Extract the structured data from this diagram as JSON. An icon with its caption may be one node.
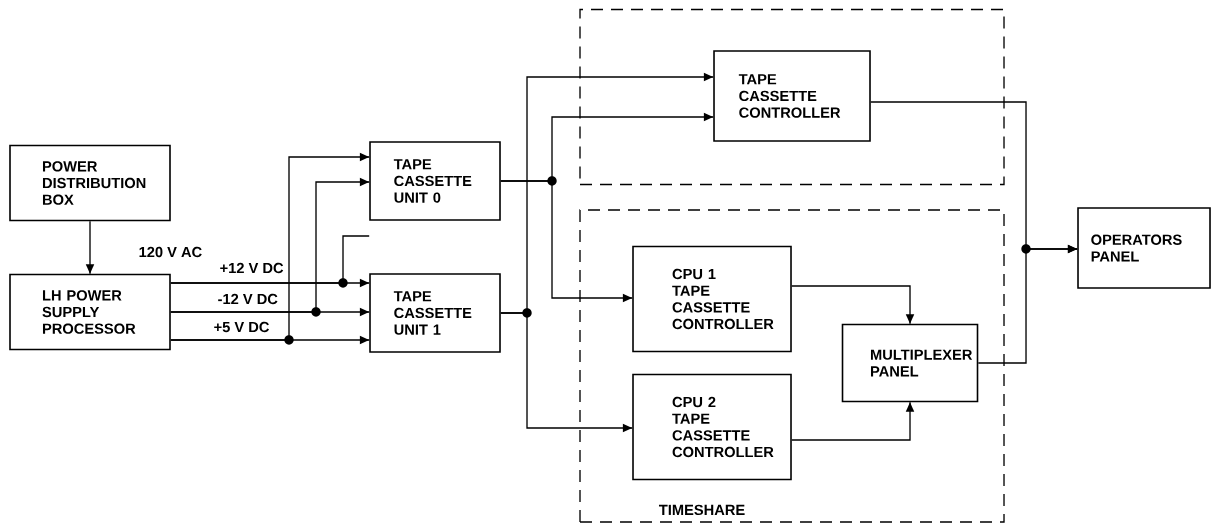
{
  "diagram": {
    "nodes": [
      {
        "text": [
          "POWER DISTRIBUTION BOX"
        ]
      },
      {
        "text": [
          "LH POWER SUPPLY PROCESSOR"
        ]
      },
      {
        "text": [
          "TAPE CASSETTE UNIT 0"
        ]
      },
      {
        "text": [
          "TAPE CASSETTE UNIT 1"
        ]
      },
      {
        "text": [],
        "shape": "box"
      },
      {
        "text": [
          "TAPE CASSETTE CONTROLLER"
        ],
        "in": 4
      },
      {
        "text": [
          "TIMESHARE"
        ]
      },
      {
        "text": [
          "CPU 1 TAPE CASSETTE CONTROLLER"
        ],
        "in": 6
      },
      {
        "text": [
          "CPU 2 TAPE CASSETTE CONTROLLER"
        ],
        "in": 6
      },
      {
        "text": [
          "MULTIPLEXER PANEL"
        ],
        "in": 6
      },
      {
        "text": [
          "OPERATORS PANEL"
        ]
      }
    ],
    "edges": [
      {
        "from": 0,
        "to": 1,
        "arrow": "to",
        "label": "120 V AC"
      },
      {
        "from": 1,
        "to": 3,
        "arrow": "to",
        "label": "+12 V DC"
      },
      {
        "from": 1,
        "to": 2,
        "arrow": "none"
      },
      {
        "from": 1,
        "to": 3,
        "arrow": "to",
        "label": "-12 V DC"
      },
      {
        "from": 1,
        "to": 2,
        "arrow": "to"
      },
      {
        "from": 1,
        "to": 3,
        "arrow": "to",
        "label": "+5 V DC"
      },
      {
        "from": 1,
        "to": 2,
        "arrow": "to"
      },
      {
        "from": 2,
        "to": 5,
        "arrow": "to"
      },
      {
        "from": 2,
        "to": 7,
        "arrow": "to"
      },
      {
        "from": 3,
        "to": 5,
        "arrow": "to"
      },
      {
        "from": 3,
        "to": 8,
        "arrow": "to"
      },
      {
        "from": 7,
        "to": 9,
        "arrow": "to"
      },
      {
        "from": 8,
        "to": 9,
        "arrow": "to"
      },
      {
        "from": 5,
        "to": 10,
        "arrow": "to"
      },
      {
        "from": 9,
        "to": 10,
        "arrow": "to"
      }
    ]
  }
}
